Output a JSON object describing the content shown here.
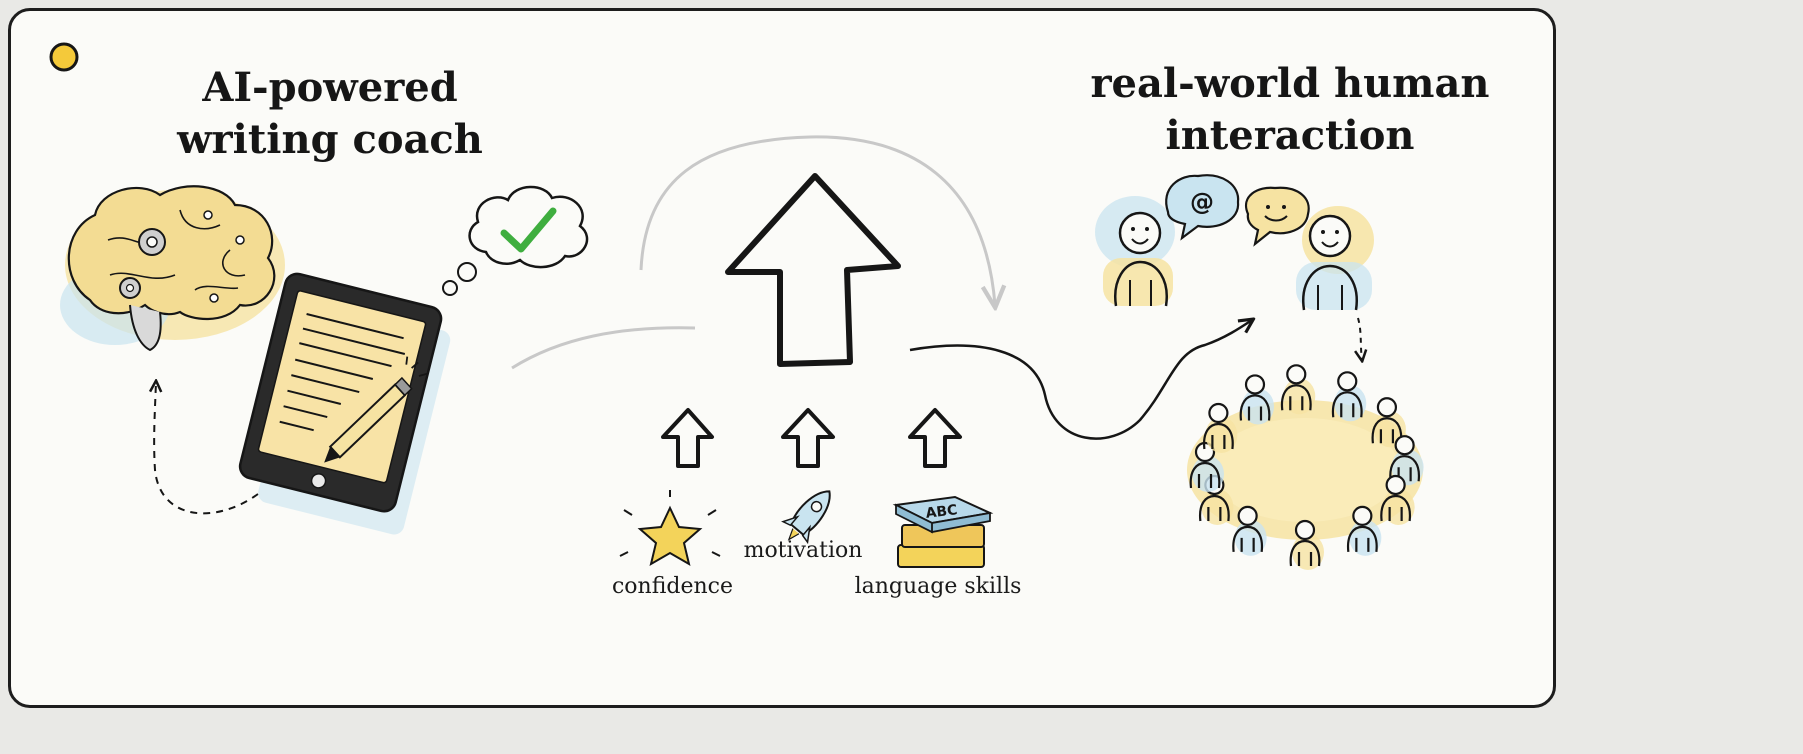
{
  "left_panel": {
    "title_line1": "AI-powered",
    "title_line2": "writing coach"
  },
  "right_panel": {
    "title_line1": "real-world human",
    "title_line2": "interaction",
    "speech_symbol": "@"
  },
  "center": {
    "boosts": [
      {
        "label": "confidence",
        "icon": "star-icon"
      },
      {
        "label": "motivation",
        "icon": "rocket-icon"
      },
      {
        "label": "language skills",
        "icon": "books-icon"
      }
    ],
    "book_text": "ABC"
  },
  "colors": {
    "ink": "#161616",
    "yellow": "#f6e3a2",
    "blue": "#c9e4f0",
    "green_check": "#3fae3f",
    "gray_arc": "#c8c8c8",
    "dot_yellow": "#f4c93a"
  }
}
